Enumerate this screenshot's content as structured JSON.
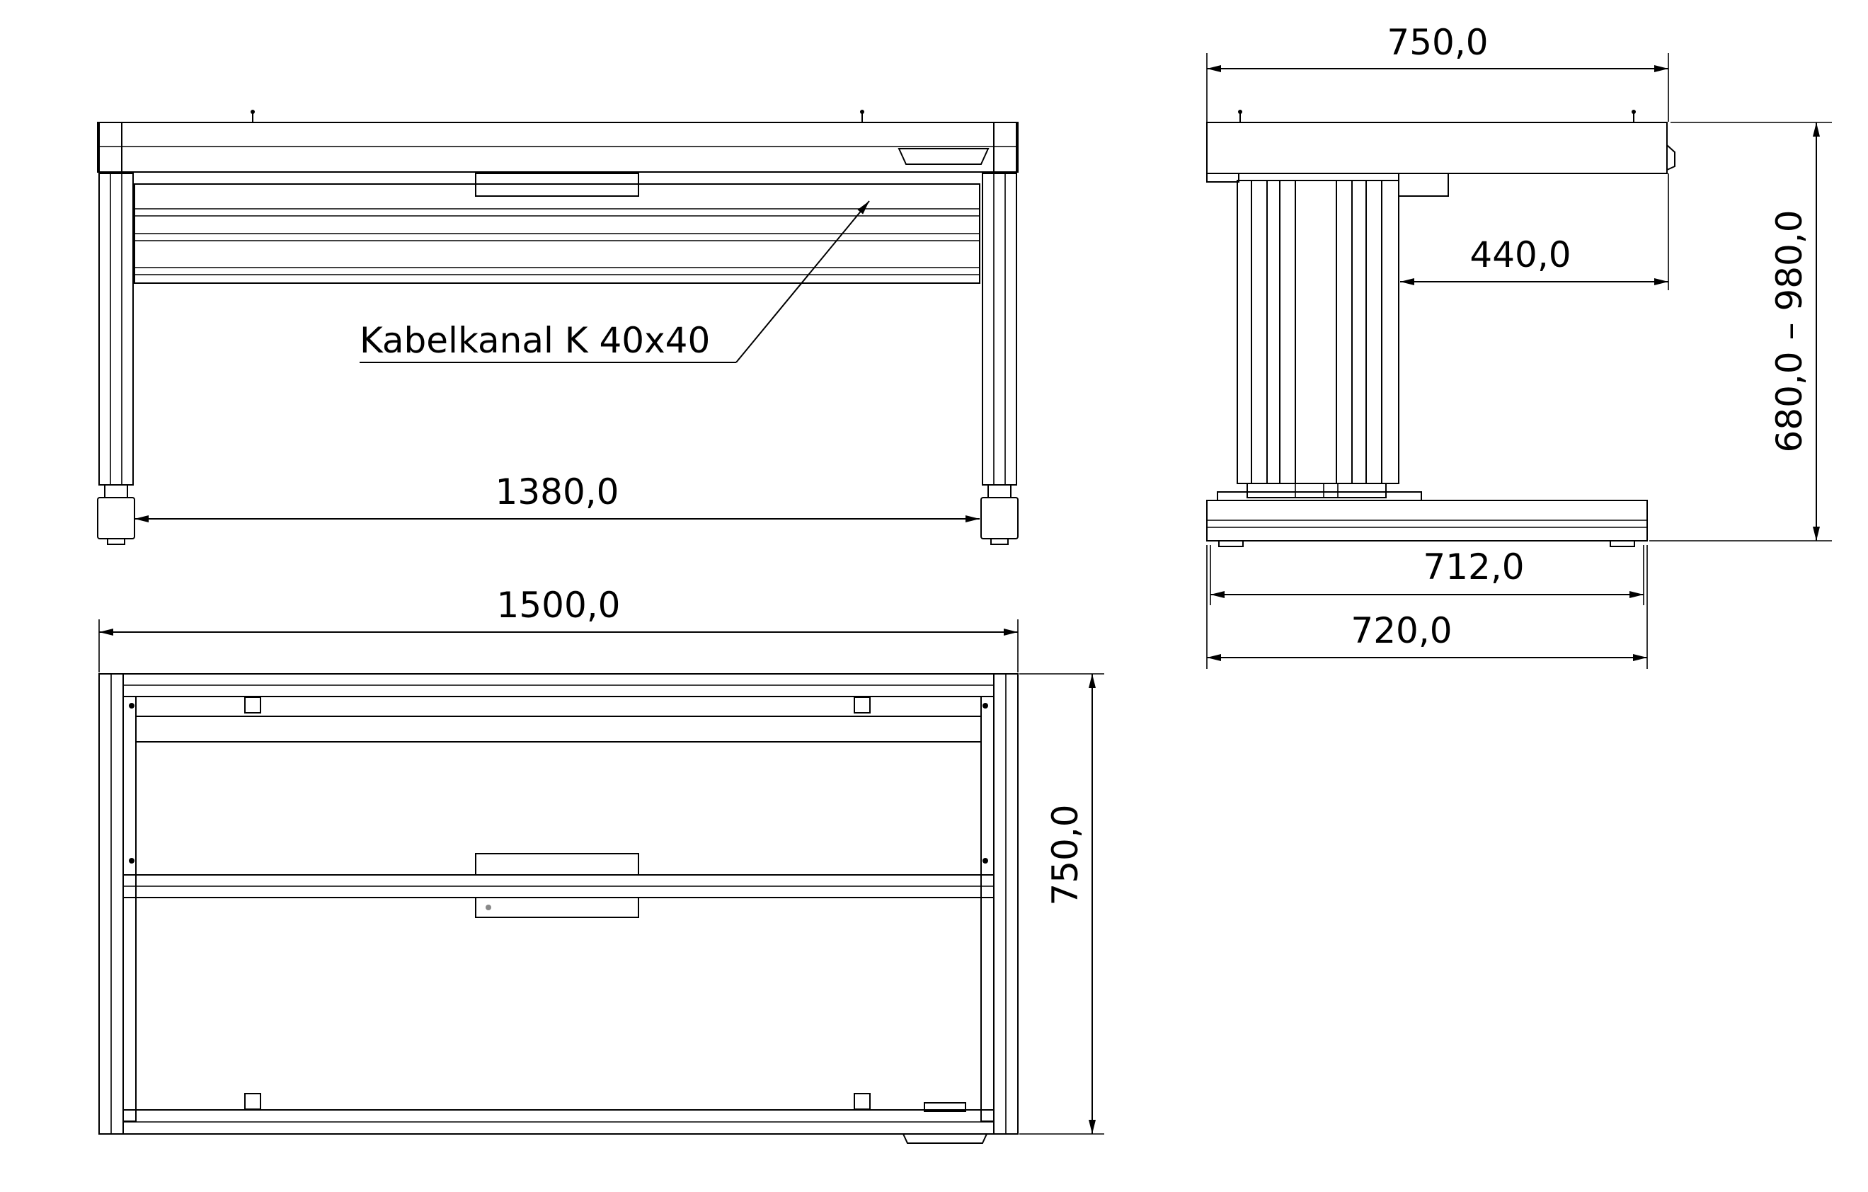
{
  "colors": {
    "background": "#ffffff",
    "line": "#000000",
    "profile_light": "#c7c7c7",
    "profile_mid": "#a9a9a9",
    "profile_dark": "#6e6e6e",
    "column_dark": "#0a0a0a"
  },
  "front_view": {
    "label_cable_channel": "Kabelkanal K 40x40",
    "dim_inner_width": "1380,0"
  },
  "top_view": {
    "dim_width": "1500,0",
    "dim_depth": "750,0"
  },
  "side_view": {
    "dim_top_depth": "750,0",
    "dim_offset": "440,0",
    "dim_height_range": "680,0 – 980,0",
    "dim_foot_712": "712,0",
    "dim_foot_720": "720,0"
  }
}
